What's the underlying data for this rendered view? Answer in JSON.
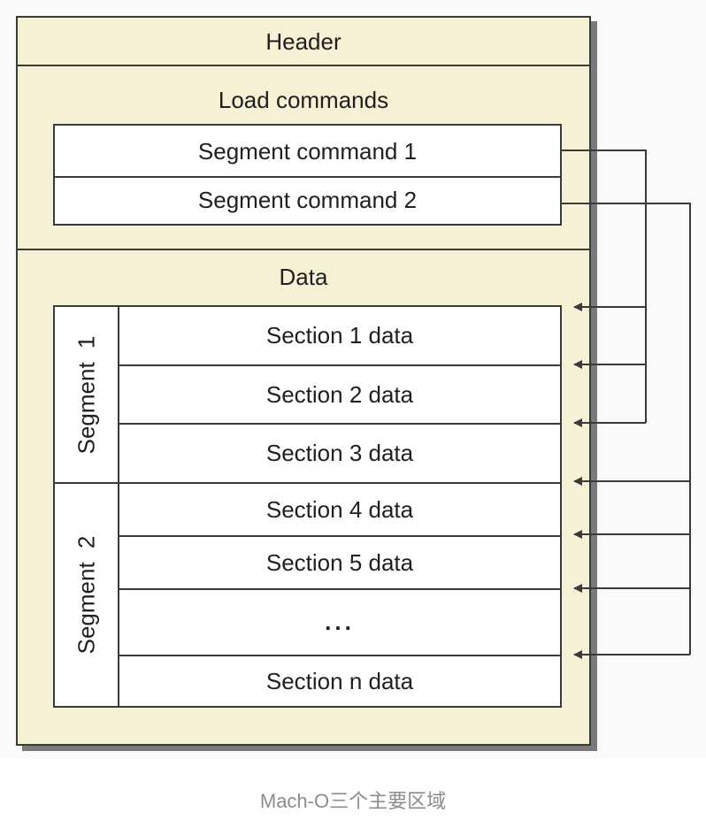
{
  "diagram": {
    "header": "Header",
    "load_commands": {
      "title": "Load commands",
      "items": [
        "Segment command 1",
        "Segment command 2"
      ]
    },
    "data": {
      "title": "Data",
      "segments": [
        {
          "label": "Segment 1",
          "sections": [
            "Section 1 data",
            "Section 2 data",
            "Section 3 data"
          ]
        },
        {
          "label": "Segment 2",
          "sections": [
            "Section 4 data",
            "Section 5 data",
            "...",
            "Section n data"
          ]
        }
      ]
    }
  },
  "caption": "Mach-O三个主要区域",
  "colors": {
    "panel": "#f4f1d4",
    "border": "#3a3a3a",
    "caption": "#8c8c8c"
  }
}
